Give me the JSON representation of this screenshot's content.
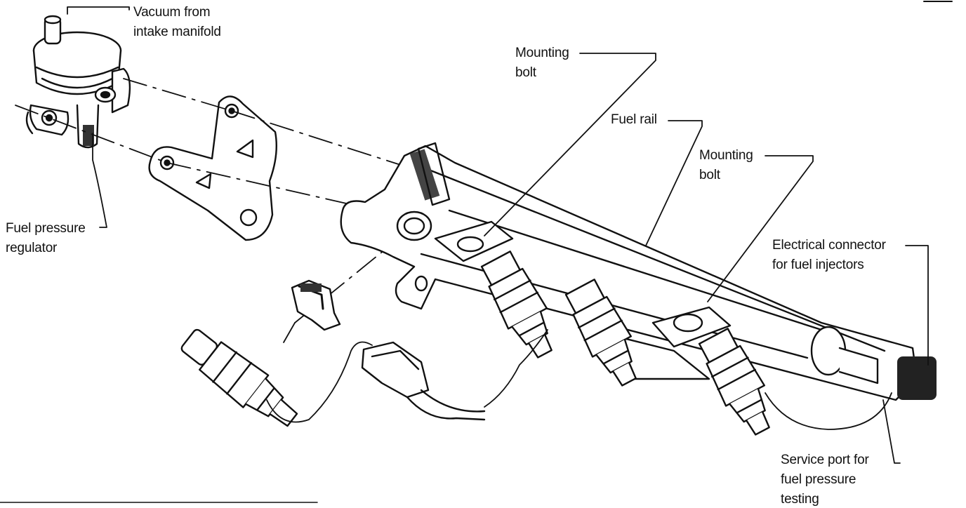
{
  "labels": {
    "vacuum": {
      "line1": "Vacuum from",
      "line2": "intake manifold"
    },
    "regulator": {
      "line1": "Fuel pressure",
      "line2": "regulator"
    },
    "mounting_bolt_1": {
      "line1": "Mounting",
      "line2": "bolt"
    },
    "fuel_rail": {
      "line1": "Fuel rail"
    },
    "mounting_bolt_2": {
      "line1": "Mounting",
      "line2": "bolt"
    },
    "electrical_connector": {
      "line1": "Electrical connector",
      "line2": "for fuel injectors"
    },
    "service_port": {
      "line1": "Service port for",
      "line2": "fuel pressure",
      "line3": "testing"
    }
  },
  "colors": {
    "ink": "#111111",
    "paper": "#ffffff",
    "shade": "#555555"
  }
}
